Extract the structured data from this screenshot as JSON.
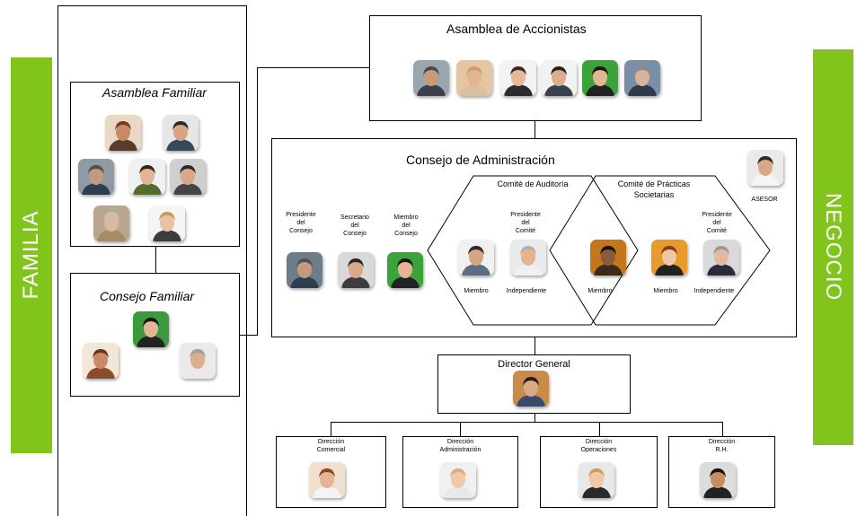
{
  "sidebars": {
    "left": "FAMILIA",
    "right": "NEGOCIO",
    "color": "#80c41c"
  },
  "asamblea_familiar": {
    "title": "Asamblea Familiar"
  },
  "consejo_familiar": {
    "title": "Consejo Familiar"
  },
  "asamblea_accionistas": {
    "title": "Asamblea  de  Accionistas"
  },
  "consejo_administracion": {
    "title": "Consejo  de  Administración",
    "presidente": "Presidente\ndel\nConsejo",
    "secretario": "Secretario\ndel\nConsejo",
    "miembro": "Miembro\ndel\nConsejo",
    "asesor": "ASESOR"
  },
  "comite_auditoria": {
    "title": "Comité de Auditoría",
    "presidente": "Presidente\ndel\nComité",
    "miembro": "Miembro",
    "independiente": "Independiente"
  },
  "shared_member": "Miembro",
  "comite_practicas": {
    "title": "Comité de Prácticas\nSocietarias",
    "presidente": "Presidente\ndel\nComité",
    "miembro": "Miembro",
    "independiente": "Independiente"
  },
  "director_general": {
    "title": "Director General"
  },
  "direcciones": [
    {
      "label": "Dirección\nComercial"
    },
    {
      "label": "Dirección\nAdministración"
    },
    {
      "label": "Dirección\nOperaciones"
    },
    {
      "label": "Dirección\nR.H."
    }
  ]
}
